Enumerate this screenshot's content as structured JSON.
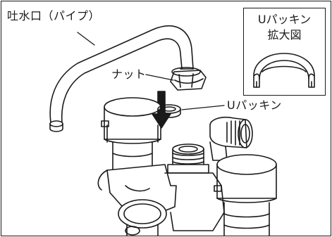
{
  "labels": {
    "spout": "吐水口（パイプ）",
    "nut": "ナット",
    "packing": "Uパッキン"
  },
  "inset": {
    "title_line1": "Uパッキン",
    "title_line2": "拡大図"
  },
  "colors": {
    "line": "#1a1a1a",
    "arrow": "#1a1a1a",
    "fill": "#ffffff"
  }
}
